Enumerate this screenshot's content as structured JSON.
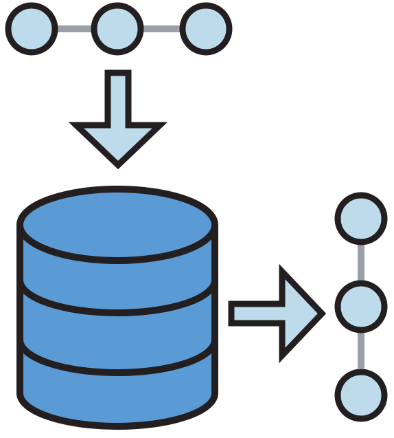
{
  "diagram": {
    "colors": {
      "outline": "#231f20",
      "node_fill": "#bedbec",
      "connector": "#9aa0a8",
      "arrow_fill": "#bedbec",
      "database_fill": "#5b9bd5"
    },
    "input_chain": {
      "node_count": 3,
      "orientation": "horizontal"
    },
    "output_chain": {
      "node_count": 3,
      "orientation": "vertical"
    },
    "icons": [
      "down-arrow-icon",
      "database-icon",
      "right-arrow-icon"
    ]
  }
}
